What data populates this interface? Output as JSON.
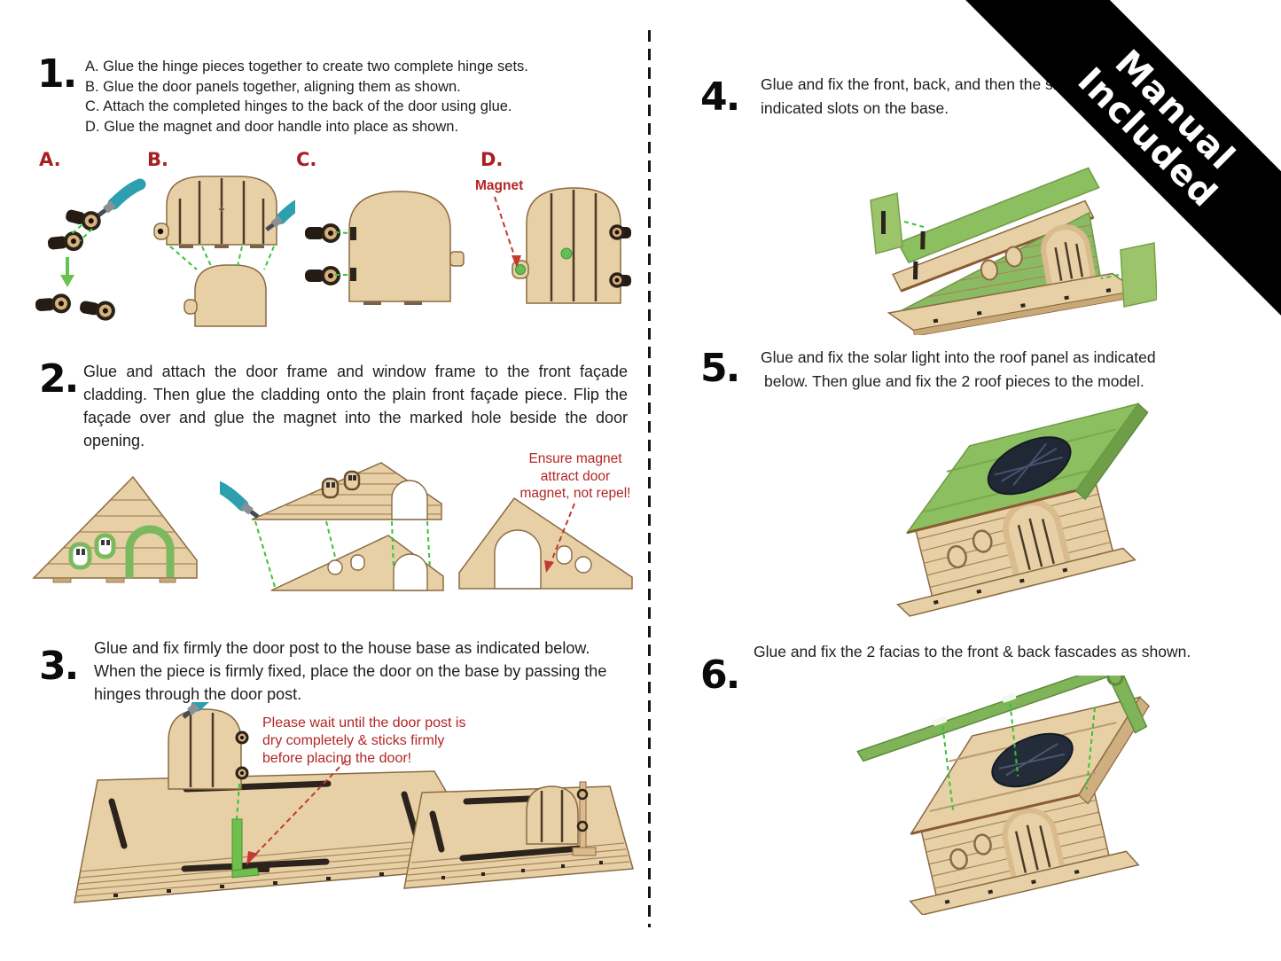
{
  "ribbon": {
    "line1": "Manual",
    "line2": "Included"
  },
  "steps": {
    "s1": {
      "num": "1.",
      "lines": [
        "A. Glue the hinge pieces together to create two complete hinge sets.",
        "B. Glue the door panels together, aligning them as shown.",
        "C. Attach the completed hinges to the back of the door using glue.",
        "D. Glue the magnet and door handle into place as shown."
      ]
    },
    "s2": {
      "num": "2.",
      "lines": [
        "Glue and attach the door frame and window frame to the front façade",
        "cladding. Then glue the cladding onto the plain front façade piece. Flip the",
        "façade over and glue the magnet into the marked hole beside the door",
        "opening."
      ]
    },
    "s3": {
      "num": "3.",
      "lines": [
        "Glue and fix firmly the door post to the house base as indicated below.",
        "When the piece is firmly fixed, place the door on the base by passing the",
        "hinges through the door post."
      ]
    },
    "s4": {
      "num": "4.",
      "lines": [
        "Glue and fix the front, back, and then the side panels into the",
        "indicated slots on the base."
      ]
    },
    "s5": {
      "num": "5.",
      "lines": [
        "Glue and fix the solar light into the roof panel as indicated",
        "below. Then glue and fix the 2 roof pieces to the model."
      ]
    },
    "s6": {
      "num": "6.",
      "text": "Glue and fix the 2 facias to the front & back fascades as shown."
    }
  },
  "panel_labels": {
    "a": "A.",
    "b": "B.",
    "c": "C.",
    "d": "D."
  },
  "annotations": {
    "magnet_label": "Magnet",
    "magnet_warning_lines": [
      "Ensure magnet",
      "attract door",
      "magnet, not repel!"
    ],
    "door_post_warning_lines": [
      "Please wait until the door post is",
      "dry completely & sticks firmly",
      "before placing the door!"
    ]
  },
  "colors": {
    "label_red": "#a81e22",
    "annotation_red": "#b32525",
    "ribbon_bg": "#000000",
    "ribbon_text": "#ffffff",
    "wood": "#e8d0a6",
    "green_part": "#8cbf5f",
    "glue_teal": "#2d9fae",
    "dash_green": "#35c435"
  }
}
